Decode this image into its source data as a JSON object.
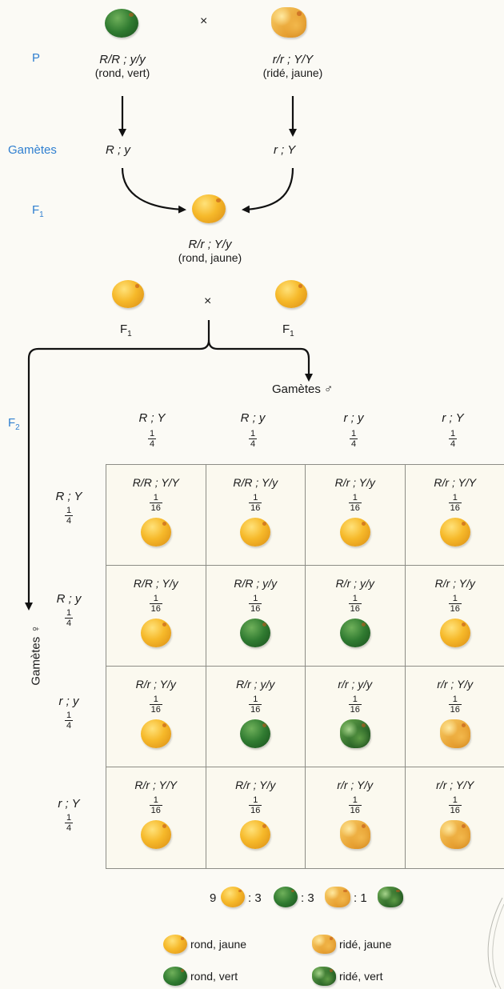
{
  "parents": {
    "p_label": "P",
    "left_genotype": "R/R ; y/y",
    "left_phenotype": "(rond, vert)",
    "right_genotype": "r/r ; Y/Y",
    "right_phenotype": "(ridé, jaune)",
    "cross_symbol": "×"
  },
  "gametes": {
    "label": "Gamètes",
    "left": "R ; y",
    "right": "r ; Y"
  },
  "f1": {
    "label": "F1",
    "label_main": "F",
    "label_sub": "1",
    "genotype": "R/r ; Y/y",
    "phenotype": "(rond, jaune)"
  },
  "f1_cross": {
    "left_label_main": "F",
    "left_label_sub": "1",
    "right_label_main": "F",
    "right_label_sub": "1",
    "cross_symbol": "×",
    "male_gametes": "Gamètes ♂",
    "female_gametes": "Gamètes ♀"
  },
  "f2": {
    "label_main": "F",
    "label_sub": "2",
    "fraction_num": "1",
    "col_fraction_den": "4",
    "cell_fraction_den": "16",
    "columns": [
      "R ; Y",
      "R ; y",
      "r ; y",
      "r ; Y"
    ],
    "rows": [
      "R ; Y",
      "R ; y",
      "r ; y",
      "r ; Y"
    ],
    "cells": [
      [
        {
          "genotype": "R/R ; Y/Y",
          "pea": "yellow-smooth"
        },
        {
          "genotype": "R/R ; Y/y",
          "pea": "yellow-smooth"
        },
        {
          "genotype": "R/r ; Y/y",
          "pea": "yellow-smooth"
        },
        {
          "genotype": "R/r ; Y/Y",
          "pea": "yellow-smooth"
        }
      ],
      [
        {
          "genotype": "R/R ; Y/y",
          "pea": "yellow-smooth"
        },
        {
          "genotype": "R/R ; y/y",
          "pea": "green-smooth"
        },
        {
          "genotype": "R/r ; y/y",
          "pea": "green-smooth"
        },
        {
          "genotype": "R/r ; Y/y",
          "pea": "yellow-smooth"
        }
      ],
      [
        {
          "genotype": "R/r ; Y/y",
          "pea": "yellow-smooth"
        },
        {
          "genotype": "R/r ; y/y",
          "pea": "green-smooth"
        },
        {
          "genotype": "r/r ; y/y",
          "pea": "green-wrinkled"
        },
        {
          "genotype": "r/r ; Y/y",
          "pea": "yellow-wrinkled"
        }
      ],
      [
        {
          "genotype": "R/r ; Y/Y",
          "pea": "yellow-smooth"
        },
        {
          "genotype": "R/r ; Y/y",
          "pea": "yellow-smooth"
        },
        {
          "genotype": "r/r ; Y/y",
          "pea": "yellow-wrinkled"
        },
        {
          "genotype": "r/r ; Y/Y",
          "pea": "yellow-wrinkled"
        }
      ]
    ]
  },
  "ratio": {
    "n1": "9",
    "s1": ": 3",
    "s2": ": 3",
    "s3": ": 1"
  },
  "legend": {
    "yellow_smooth": "rond, jaune",
    "yellow_wrinkled": "ridé, jaune",
    "green_smooth": "rond, vert",
    "green_wrinkled": "ridé, vert"
  },
  "colors": {
    "label_blue": "#2f7fd0",
    "grid_line": "#8d8d86"
  }
}
